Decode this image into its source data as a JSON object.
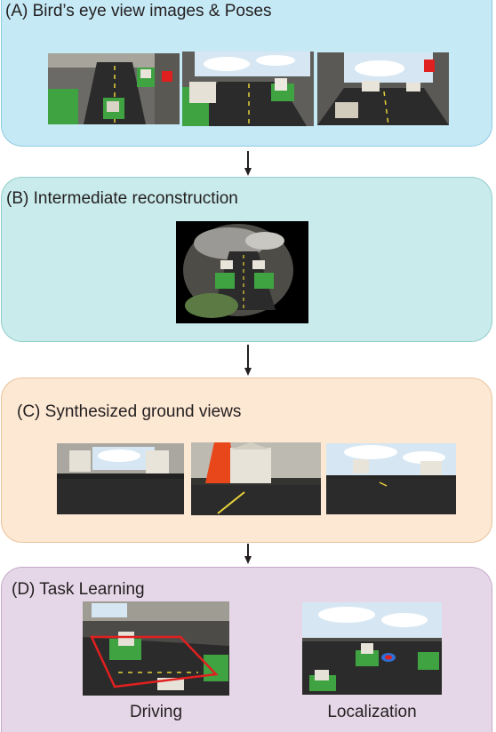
{
  "panels": [
    {
      "id": "A",
      "title": "(A) Bird’s eye view images & Poses",
      "color": "#c5e9f5"
    },
    {
      "id": "B",
      "title": "(B) Intermediate reconstruction",
      "color": "#c9ebeb"
    },
    {
      "id": "C",
      "title": "(C) Synthesized ground views",
      "color": "#fde8d3"
    },
    {
      "id": "D",
      "title": "(D) Task Learning",
      "color": "#e6d7e8"
    }
  ],
  "task_learning": {
    "driving_caption": "Driving",
    "localization_caption": "Localization"
  },
  "accent_colors": {
    "driving_box": "#e0201f",
    "localization_marker": "#2f6fd6",
    "cone": "#e8471c",
    "grass": "#3fa341",
    "road": "#2b2b2b"
  }
}
